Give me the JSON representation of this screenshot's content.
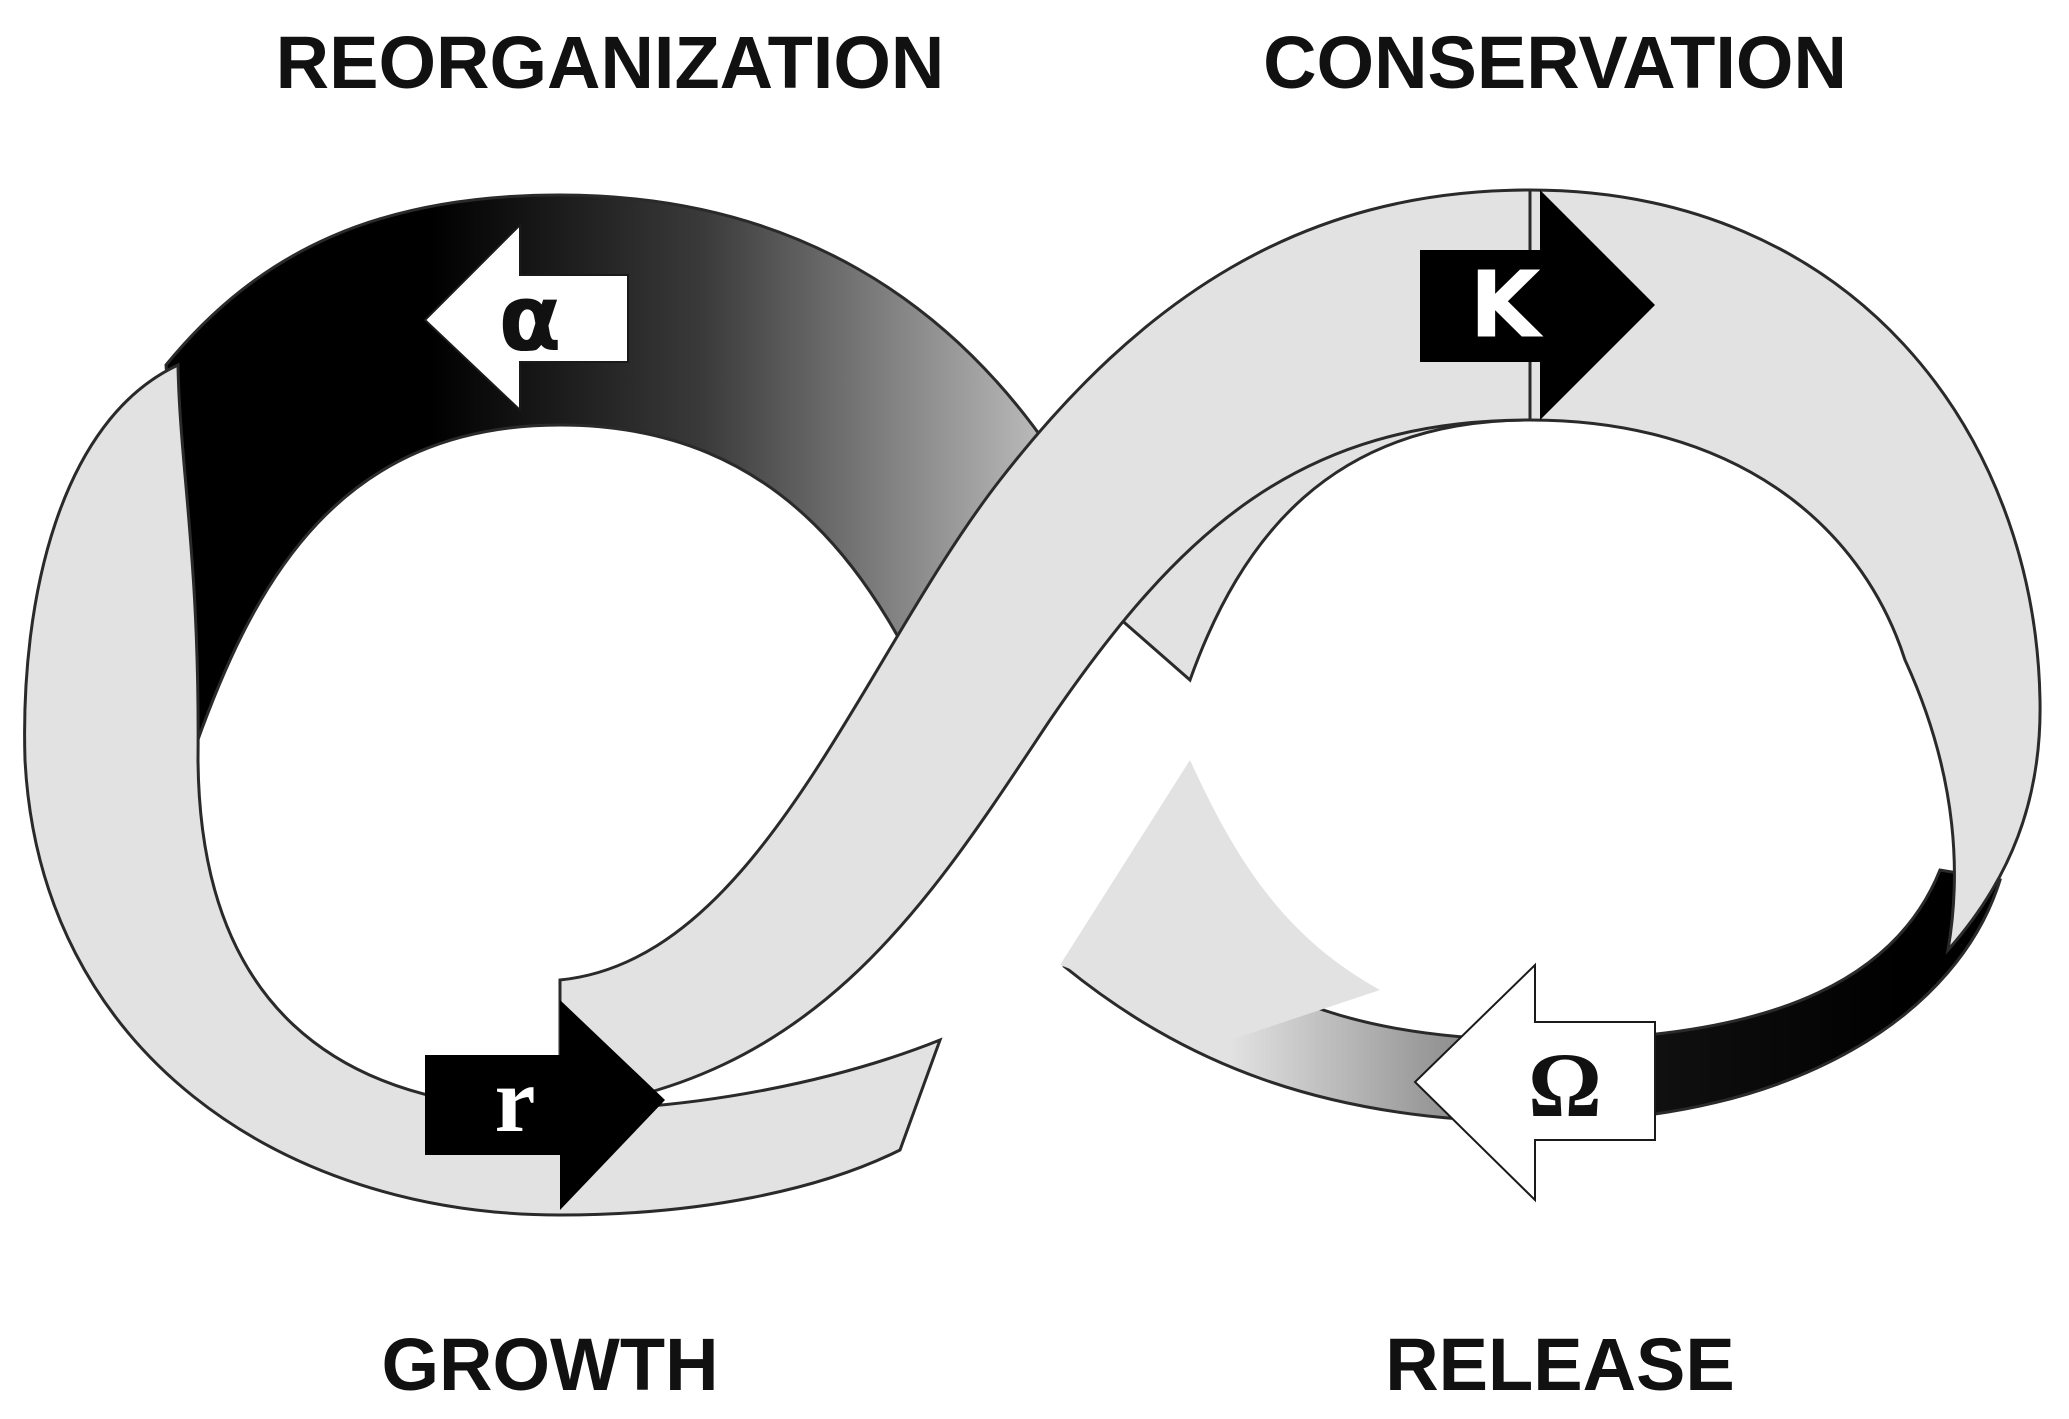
{
  "phases": {
    "reorganization": {
      "label": "REORGANIZATION",
      "symbol": "α"
    },
    "conservation": {
      "label": "CONSERVATION",
      "symbol": "K"
    },
    "growth": {
      "label": "GROWTH",
      "symbol": "r"
    },
    "release": {
      "label": "RELEASE",
      "symbol": "Ω"
    }
  },
  "colors": {
    "band_light": "#e2e2e2",
    "band_dark": "#000000",
    "outline": "#2a2a2a",
    "background": "#ffffff"
  }
}
